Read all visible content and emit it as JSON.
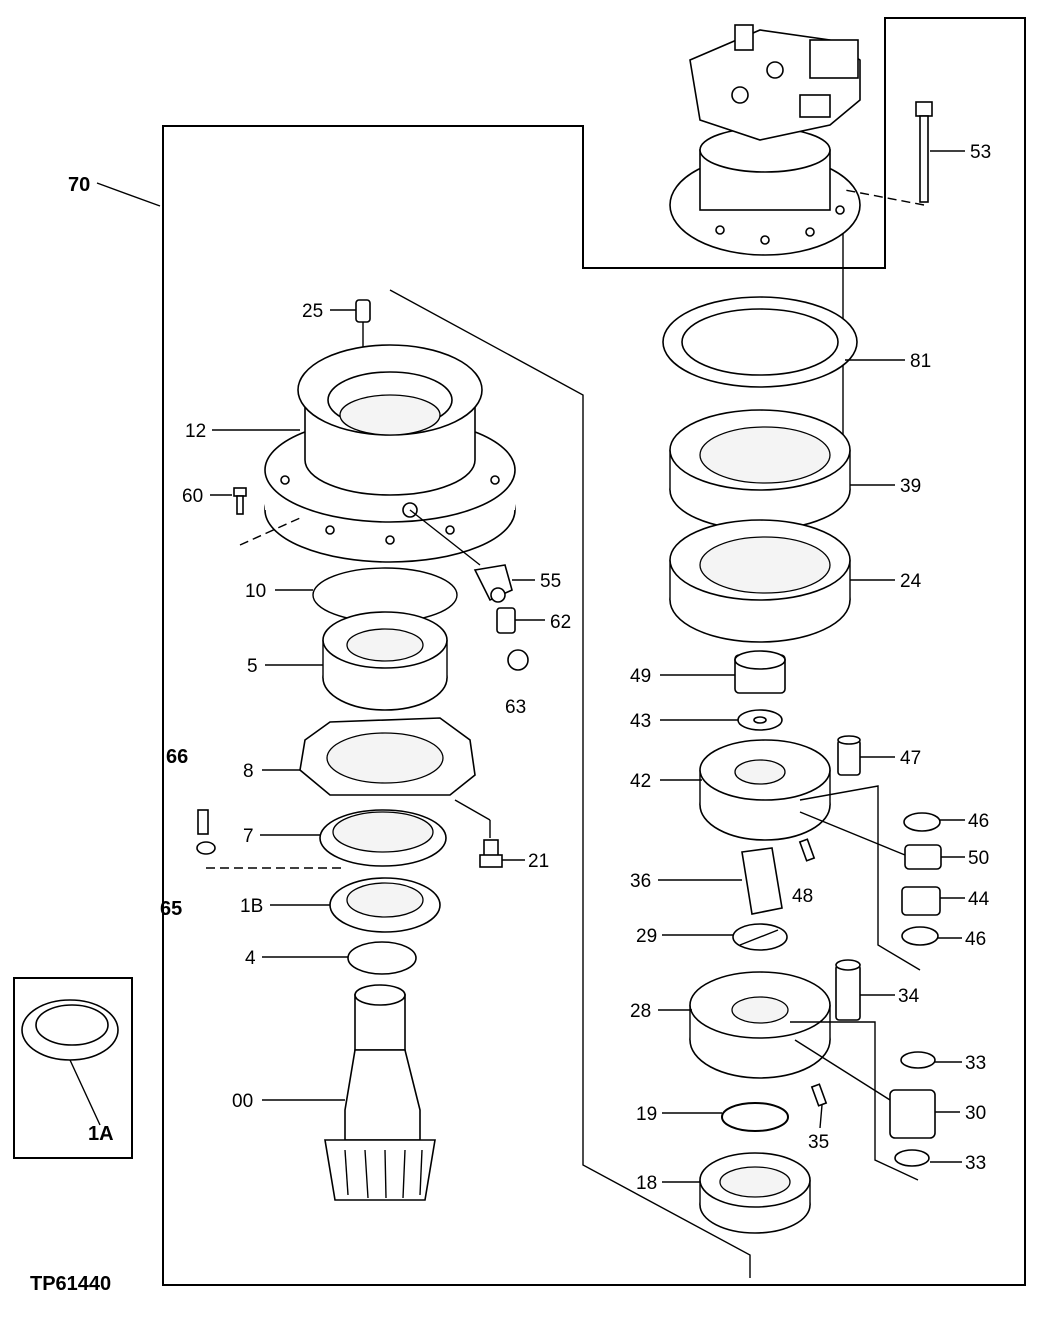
{
  "figure_id": "TP61440",
  "callouts": {
    "c70": "70",
    "c53": "53",
    "c25": "25",
    "c81": "81",
    "c12": "12",
    "c39": "39",
    "c60": "60",
    "c55": "55",
    "c24": "24",
    "c10": "10",
    "c62": "62",
    "c5": "5",
    "c63": "63",
    "c49": "49",
    "c43": "43",
    "c66": "66",
    "c8": "8",
    "c47": "47",
    "c42": "42",
    "c46a": "46",
    "c7": "7",
    "c21": "21",
    "c50": "50",
    "c65": "65",
    "c36": "36",
    "c48": "48",
    "c1B": "1B",
    "c44": "44",
    "c46b": "46",
    "c29": "29",
    "c4": "4",
    "c34": "34",
    "c28": "28",
    "c33a": "33",
    "c00": "00",
    "c30": "30",
    "c19": "19",
    "c1A": "1A",
    "c35": "35",
    "c33b": "33",
    "c18": "18"
  }
}
